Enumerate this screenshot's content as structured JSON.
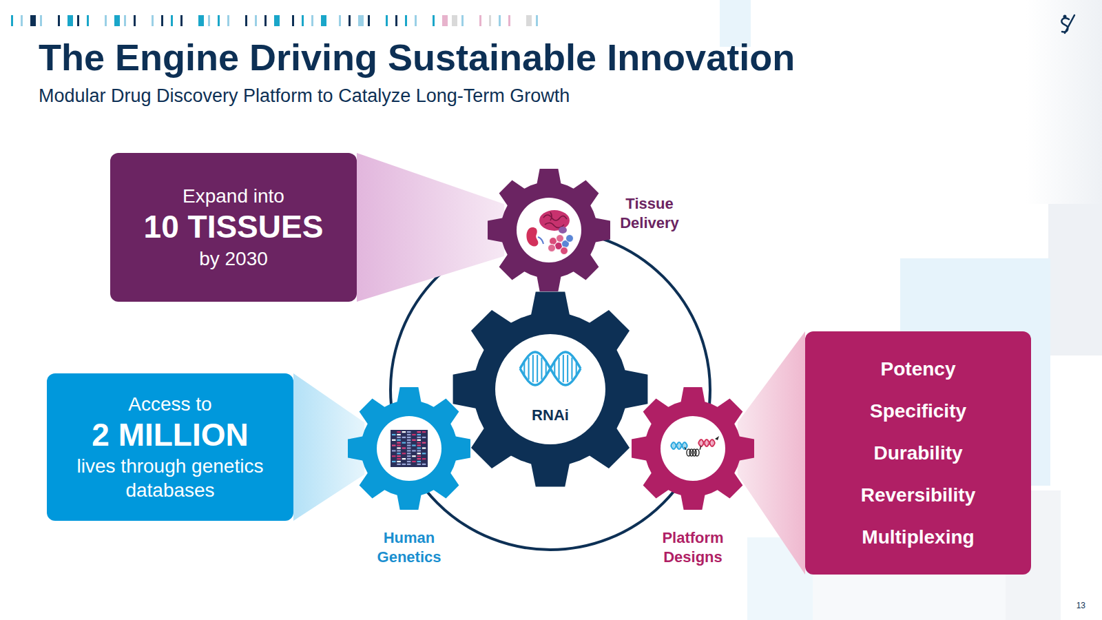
{
  "diagram": {
    "title": "The Engine Driving Sustainable Innovation",
    "nodes": [
      {
        "text": [
          "Expand into",
          "10 TISSUES",
          "by 2030"
        ]
      },
      {
        "text": [
          "Tissue Delivery"
        ]
      },
      {
        "text": [
          "RNAi"
        ]
      },
      {
        "text": [
          "Access to",
          "2 MILLION",
          "lives through genetics databases"
        ]
      },
      {
        "text": [
          "Human Genetics"
        ]
      },
      {
        "text": [
          "Platform Designs"
        ]
      },
      {
        "text": [
          "Potency",
          "Specificity",
          "Durability",
          "Reversibility",
          "Multiplexing"
        ]
      }
    ],
    "edges": [
      {
        "from": 0,
        "to": 1,
        "arrow": "none"
      },
      {
        "from": 3,
        "to": 4,
        "arrow": "none"
      },
      {
        "from": 6,
        "to": 5,
        "arrow": "none"
      }
    ],
    "labels": [
      "Modular Drug Discovery Platform to Catalyze Long-Term Growth",
      "13"
    ]
  }
}
